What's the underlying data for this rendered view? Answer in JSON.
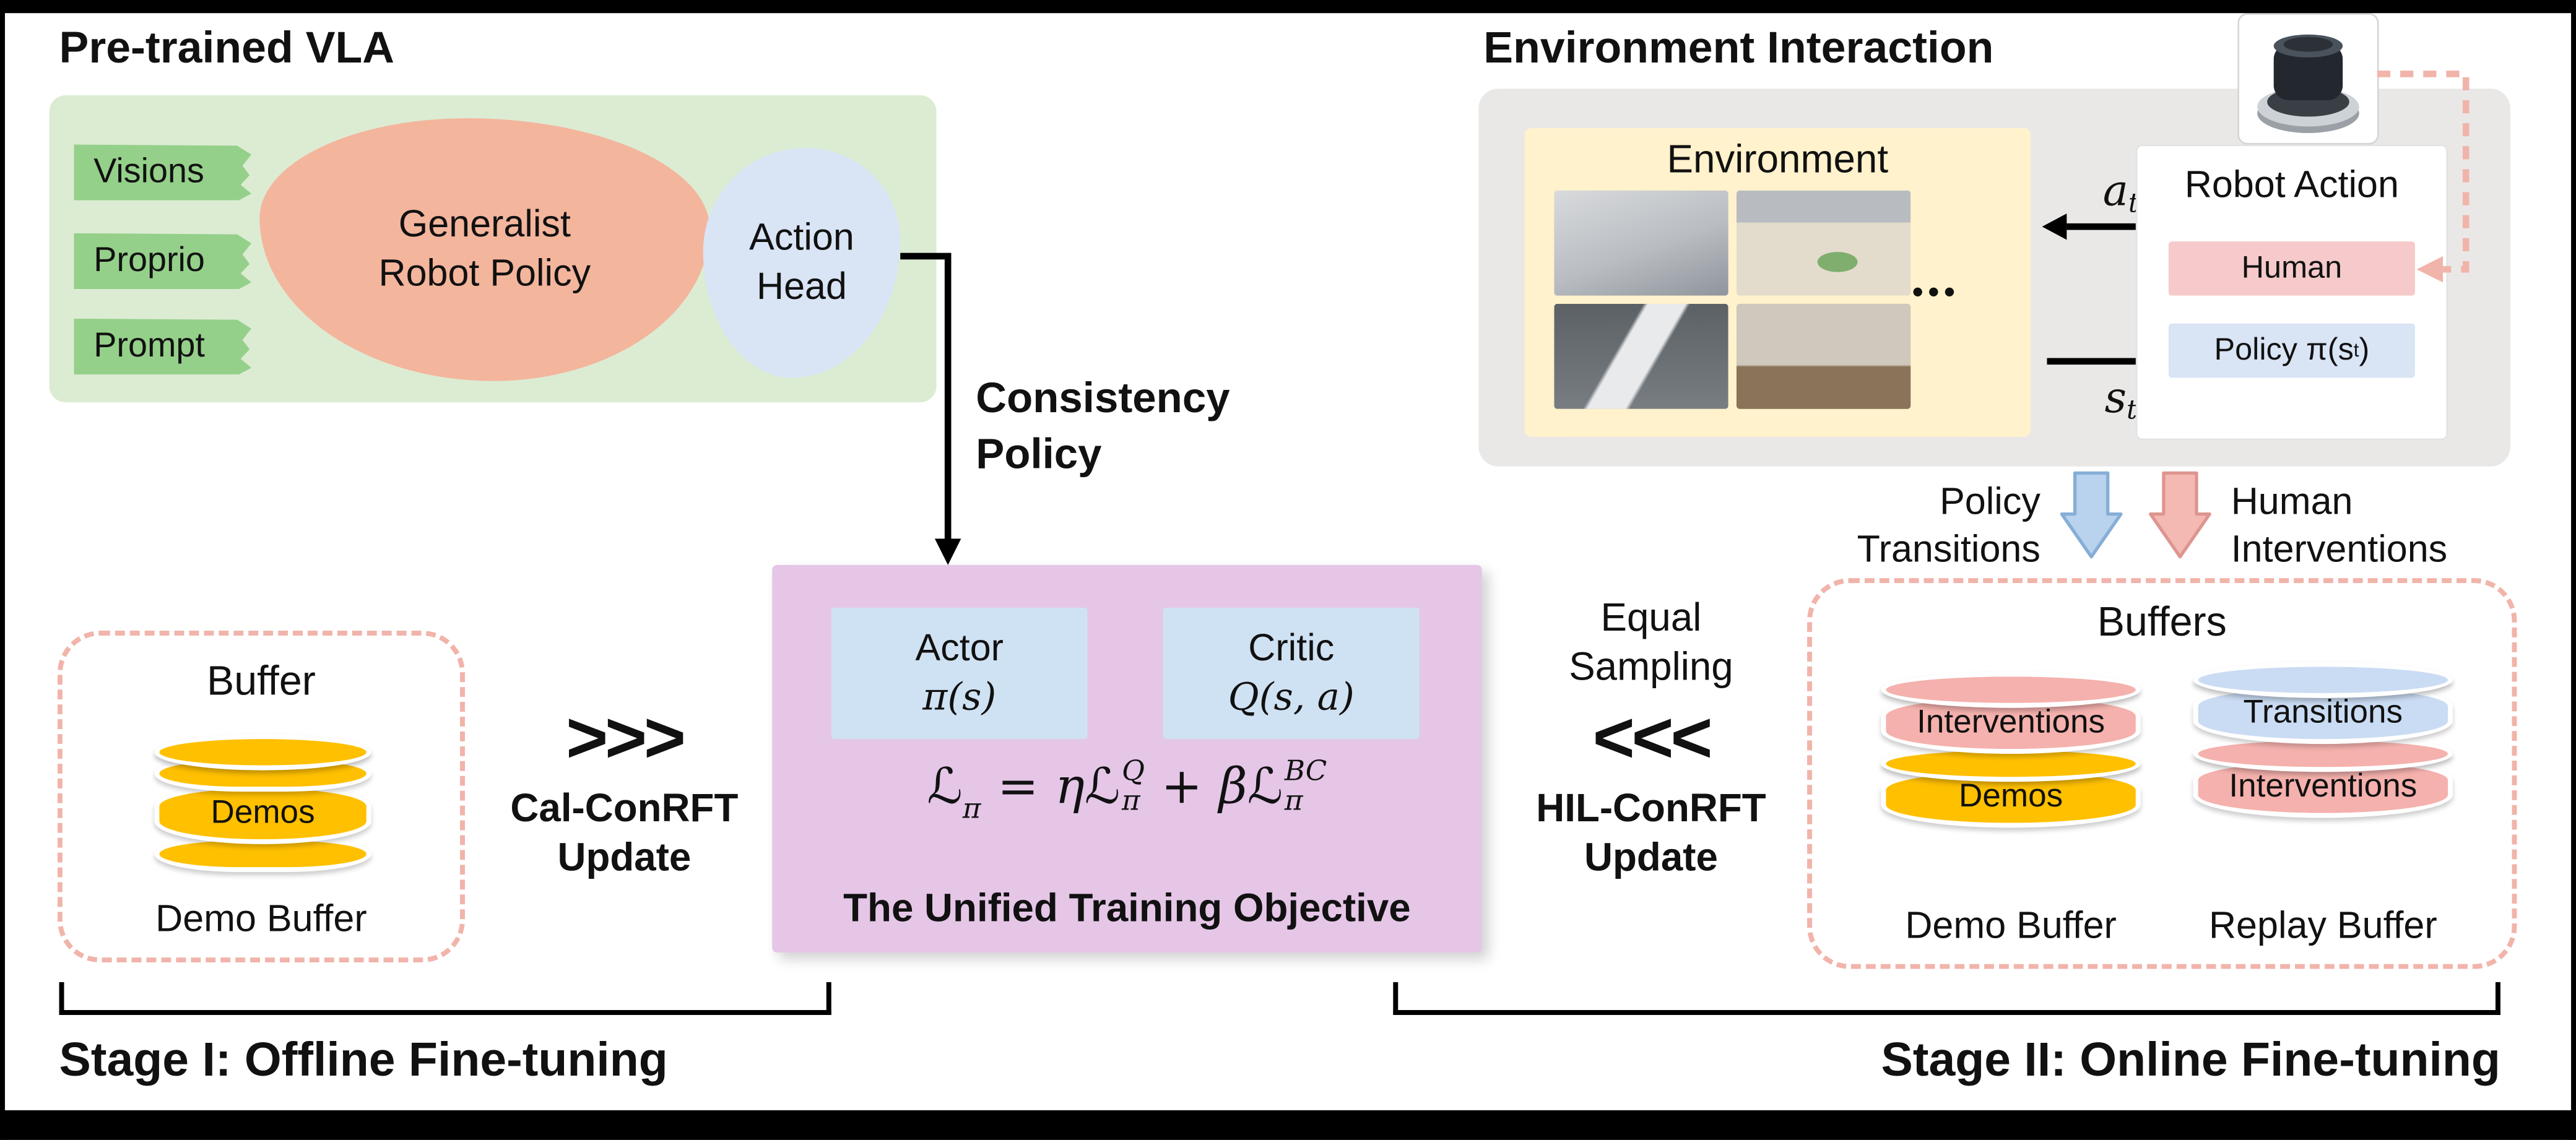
{
  "pretrained_vla": {
    "title": "Pre-trained VLA",
    "inputs": [
      "Visions",
      "Proprio",
      "Prompt"
    ],
    "generalist_policy": "Generalist\nRobot Policy",
    "action_head": "Action\nHead"
  },
  "consistency_policy": "Consistency\nPolicy",
  "offline": {
    "buffer_title": "Buffer",
    "demos_label": "Demos",
    "demo_buffer_caption": "Demo Buffer",
    "chevrons": ">>>",
    "update_label": "Cal-ConRFT\nUpdate",
    "stage_label": "Stage I: Offline Fine-tuning"
  },
  "objective": {
    "actor_title": "Actor",
    "actor_symbol": "π(s)",
    "critic_title": "Critic",
    "critic_symbol": "Q(s, a)",
    "caption": "The Unified Training Objective",
    "formula": {
      "lhs_base": "ℒ",
      "lhs_sub": "π",
      "equals": "=",
      "coeff1": "η",
      "base1": "ℒ",
      "sub1": "π",
      "sup1": "Q",
      "plus": "+",
      "coeff2": "β",
      "base2": "ℒ",
      "sub2": "π",
      "sup2": "BC"
    }
  },
  "environment": {
    "section_title": "Environment Interaction",
    "env_title": "Environment",
    "dots": "•••",
    "action_symbol_base": "a",
    "action_symbol_sub": "t",
    "state_symbol_base": "s",
    "state_symbol_sub": "t",
    "robot_action_title": "Robot Action",
    "human_label": "Human",
    "policy_label_prefix": "Policy π(s",
    "policy_label_sub": "t",
    "policy_label_suffix": ")"
  },
  "flows": {
    "policy_transitions": "Policy\nTransitions",
    "human_interventions": "Human\nInterventions"
  },
  "online": {
    "equal_sampling": "Equal\nSampling",
    "chevrons": "<<<",
    "update_label": "HIL-ConRFT\nUpdate",
    "buffers_title": "Buffers",
    "demo_stack_bands": [
      "Interventions",
      "Demos"
    ],
    "demo_stack_caption": "Demo Buffer",
    "replay_stack_bands": [
      "Transitions",
      "Interventions"
    ],
    "replay_stack_caption": "Replay Buffer",
    "stage_label": "Stage II: Online Fine-tuning"
  },
  "colors": {
    "panel_green": "#dcecd3",
    "tag_green": "#95d08a",
    "policy_salmon": "#f4b59d",
    "action_blue": "#d9e4f5",
    "objective_purple": "#e5c6e7",
    "actor_critic_blue": "#cfe2f3",
    "env_gray": "#e9e8e7",
    "env_yellow": "#fff2cc",
    "human_pink": "#f6caca",
    "db_gold": "#ffc000",
    "db_pink": "#f5b1ad",
    "db_blue": "#cadcf3",
    "dashed_pink": "#f1b4aa"
  }
}
